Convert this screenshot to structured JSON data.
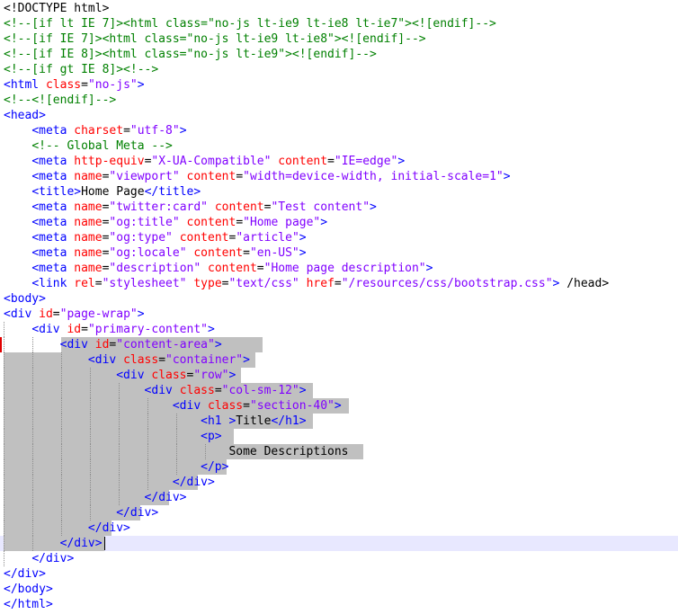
{
  "editor": {
    "colors": {
      "tag": "#0000ff",
      "attribute": "#ff0000",
      "value": "#8000ff",
      "comment": "#008000",
      "text": "#000000",
      "selection": "#c0c0c0",
      "current_line": "#e8e8ff"
    },
    "lines": [
      [
        [
          "doctype",
          "<!DOCTYPE html>"
        ]
      ],
      [
        [
          "comment",
          "<!--[if lt IE 7]><html class=\"no-js lt-ie9 lt-ie8 lt-ie7\"><![endif]-->"
        ]
      ],
      [
        [
          "comment",
          "<!--[if IE 7]><html class=\"no-js lt-ie9 lt-ie8\"><![endif]-->"
        ]
      ],
      [
        [
          "comment",
          "<!--[if IE 8]><html class=\"no-js lt-ie9\"><![endif]-->"
        ]
      ],
      [
        [
          "comment",
          "<!--[if gt IE 8]><!-->"
        ]
      ],
      [
        [
          "tag",
          "<html "
        ],
        [
          "attr",
          "class"
        ],
        [
          "plain",
          "="
        ],
        [
          "val",
          "\"no-js\""
        ],
        [
          "tag",
          ">"
        ]
      ],
      [
        [
          "comment",
          "<!--<![endif]-->"
        ]
      ],
      [
        [
          "tag",
          "<head>"
        ]
      ],
      [
        [
          "plain",
          "    "
        ],
        [
          "tag",
          "<meta "
        ],
        [
          "attr",
          "charset"
        ],
        [
          "plain",
          "="
        ],
        [
          "val",
          "\"utf-8\""
        ],
        [
          "tag",
          ">"
        ]
      ],
      [
        [
          "plain",
          "    "
        ],
        [
          "comment",
          "<!-- Global Meta -->"
        ]
      ],
      [
        [
          "plain",
          "    "
        ],
        [
          "tag",
          "<meta "
        ],
        [
          "attr",
          "http-equiv"
        ],
        [
          "plain",
          "="
        ],
        [
          "val",
          "\"X-UA-Compatible\""
        ],
        [
          "plain",
          " "
        ],
        [
          "attr",
          "content"
        ],
        [
          "plain",
          "="
        ],
        [
          "val",
          "\"IE=edge\""
        ],
        [
          "tag",
          ">"
        ]
      ],
      [
        [
          "plain",
          "    "
        ],
        [
          "tag",
          "<meta "
        ],
        [
          "attr",
          "name"
        ],
        [
          "plain",
          "="
        ],
        [
          "val",
          "\"viewport\""
        ],
        [
          "plain",
          " "
        ],
        [
          "attr",
          "content"
        ],
        [
          "plain",
          "="
        ],
        [
          "val",
          "\"width=device-width, initial-scale=1\""
        ],
        [
          "tag",
          ">"
        ]
      ],
      [
        [
          "plain",
          "    "
        ],
        [
          "tag",
          "<title>"
        ],
        [
          "text",
          "Home Page"
        ],
        [
          "tag",
          "</title>"
        ]
      ],
      [
        [
          "plain",
          "    "
        ],
        [
          "tag",
          "<meta "
        ],
        [
          "attr",
          "name"
        ],
        [
          "plain",
          "="
        ],
        [
          "val",
          "\"twitter:card\""
        ],
        [
          "plain",
          " "
        ],
        [
          "attr",
          "content"
        ],
        [
          "plain",
          "="
        ],
        [
          "val",
          "\"Test content\""
        ],
        [
          "tag",
          ">"
        ]
      ],
      [
        [
          "plain",
          "    "
        ],
        [
          "tag",
          "<meta "
        ],
        [
          "attr",
          "name"
        ],
        [
          "plain",
          "="
        ],
        [
          "val",
          "\"og:title\""
        ],
        [
          "plain",
          " "
        ],
        [
          "attr",
          "content"
        ],
        [
          "plain",
          "="
        ],
        [
          "val",
          "\"Home page\""
        ],
        [
          "tag",
          ">"
        ]
      ],
      [
        [
          "plain",
          "    "
        ],
        [
          "tag",
          "<meta "
        ],
        [
          "attr",
          "name"
        ],
        [
          "plain",
          "="
        ],
        [
          "val",
          "\"og:type\""
        ],
        [
          "plain",
          " "
        ],
        [
          "attr",
          "content"
        ],
        [
          "plain",
          "="
        ],
        [
          "val",
          "\"article\""
        ],
        [
          "tag",
          ">"
        ]
      ],
      [
        [
          "plain",
          "    "
        ],
        [
          "tag",
          "<meta "
        ],
        [
          "attr",
          "name"
        ],
        [
          "plain",
          "="
        ],
        [
          "val",
          "\"og:locale\""
        ],
        [
          "plain",
          " "
        ],
        [
          "attr",
          "content"
        ],
        [
          "plain",
          "="
        ],
        [
          "val",
          "\"en-US\""
        ],
        [
          "tag",
          ">"
        ]
      ],
      [
        [
          "plain",
          "    "
        ],
        [
          "tag",
          "<meta "
        ],
        [
          "attr",
          "name"
        ],
        [
          "plain",
          "="
        ],
        [
          "val",
          "\"description\""
        ],
        [
          "plain",
          " "
        ],
        [
          "attr",
          "content"
        ],
        [
          "plain",
          "="
        ],
        [
          "val",
          "\"Home page description\""
        ],
        [
          "tag",
          ">"
        ]
      ],
      [
        [
          "plain",
          "    "
        ],
        [
          "tag",
          "<link "
        ],
        [
          "attr",
          "rel"
        ],
        [
          "plain",
          "="
        ],
        [
          "val",
          "\"stylesheet\""
        ],
        [
          "plain",
          " "
        ],
        [
          "attr",
          "type"
        ],
        [
          "plain",
          "="
        ],
        [
          "val",
          "\"text/css\""
        ],
        [
          "plain",
          " "
        ],
        [
          "attr",
          "href"
        ],
        [
          "plain",
          "="
        ],
        [
          "val",
          "\"/resources/css/bootstrap.css\""
        ],
        [
          "tag",
          ">"
        ],
        [
          "plain",
          " /head>"
        ]
      ],
      [
        [
          "tag",
          "<body>"
        ]
      ],
      [
        [
          "tag",
          "<div "
        ],
        [
          "attr",
          "id"
        ],
        [
          "plain",
          "="
        ],
        [
          "val",
          "\"page-wrap\""
        ],
        [
          "tag",
          ">"
        ]
      ],
      [
        [
          "plain",
          "    "
        ],
        [
          "tag",
          "<div "
        ],
        [
          "attr",
          "id"
        ],
        [
          "plain",
          "="
        ],
        [
          "val",
          "\"primary-content\""
        ],
        [
          "tag",
          ">"
        ]
      ],
      [
        [
          "plain",
          "        "
        ],
        [
          "tag",
          "<div "
        ],
        [
          "attr",
          "id"
        ],
        [
          "plain",
          "="
        ],
        [
          "val",
          "\"content-area\""
        ],
        [
          "tag",
          ">"
        ]
      ],
      [
        [
          "plain",
          "            "
        ],
        [
          "tag",
          "<div "
        ],
        [
          "attr",
          "class"
        ],
        [
          "plain",
          "="
        ],
        [
          "val",
          "\"container\""
        ],
        [
          "tag",
          ">"
        ]
      ],
      [
        [
          "plain",
          "                "
        ],
        [
          "tag",
          "<div "
        ],
        [
          "attr",
          "class"
        ],
        [
          "plain",
          "="
        ],
        [
          "val",
          "\"row\""
        ],
        [
          "tag",
          ">"
        ]
      ],
      [
        [
          "plain",
          "                    "
        ],
        [
          "tag",
          "<div "
        ],
        [
          "attr",
          "class"
        ],
        [
          "plain",
          "="
        ],
        [
          "val",
          "\"col-sm-12\""
        ],
        [
          "tag",
          ">"
        ]
      ],
      [
        [
          "plain",
          "                        "
        ],
        [
          "tag",
          "<div "
        ],
        [
          "attr",
          "class"
        ],
        [
          "plain",
          "="
        ],
        [
          "val",
          "\"section-40\""
        ],
        [
          "tag",
          ">"
        ]
      ],
      [
        [
          "plain",
          "                            "
        ],
        [
          "tag",
          "<h1 "
        ],
        [
          "tag",
          ">"
        ],
        [
          "text",
          "Title"
        ],
        [
          "tag",
          "</h1>"
        ]
      ],
      [
        [
          "plain",
          "                            "
        ],
        [
          "tag",
          "<p>"
        ]
      ],
      [
        [
          "plain",
          "                                "
        ],
        [
          "text",
          "Some Descriptions"
        ],
        [
          "plain",
          " "
        ]
      ],
      [
        [
          "plain",
          "                            "
        ],
        [
          "tag",
          "</p>"
        ]
      ],
      [
        [
          "plain",
          "                        "
        ],
        [
          "tag",
          "</div>"
        ]
      ],
      [
        [
          "plain",
          "                    "
        ],
        [
          "tag",
          "</div>"
        ]
      ],
      [
        [
          "plain",
          "                "
        ],
        [
          "tag",
          "</div>"
        ]
      ],
      [
        [
          "plain",
          "            "
        ],
        [
          "tag",
          "</div>"
        ]
      ],
      [
        [
          "plain",
          "        "
        ],
        [
          "tag",
          "</div>"
        ]
      ],
      [
        [
          "plain",
          "    "
        ],
        [
          "tag",
          "</div>"
        ]
      ],
      [
        [
          "tag",
          "</div>"
        ]
      ],
      [
        [
          "tag",
          "</body>"
        ]
      ],
      [
        [
          "tag",
          "</html>"
        ]
      ]
    ]
  }
}
